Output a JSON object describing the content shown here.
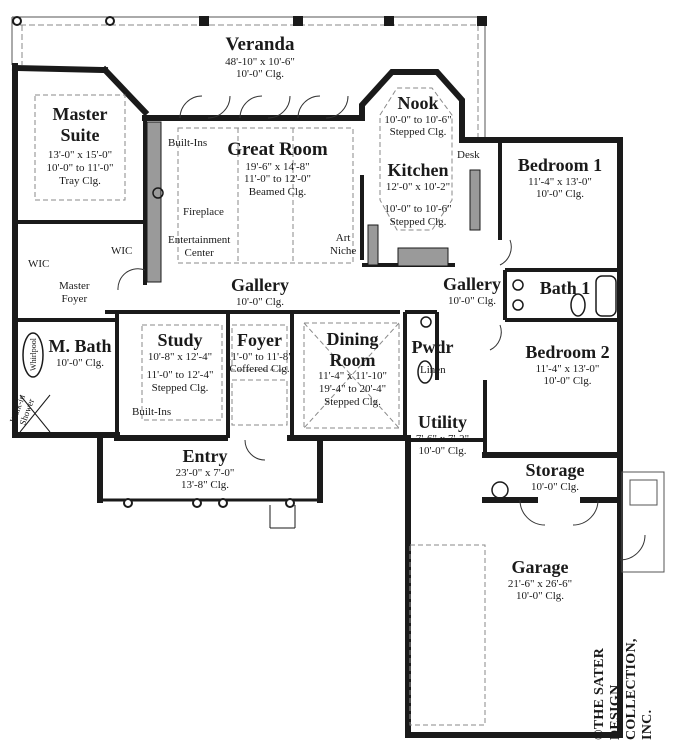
{
  "plan": {
    "rooms": {
      "veranda": {
        "name": "Veranda",
        "size": "48'-10\" x 10'-6\"",
        "ceiling": "10'-0\" Clg."
      },
      "master_suite": {
        "name_line1": "Master",
        "name_line2": "Suite",
        "size": "13'-0\" x 15'-0\"",
        "ceiling_1": "10'-0\" to 11'-0\"",
        "ceiling_2": "Tray Clg."
      },
      "great_room": {
        "name": "Great Room",
        "size": "19'-6\" x 14'-8\"",
        "ceiling_1": "11'-0\" to 12'-0\"",
        "ceiling_2": "Beamed Clg."
      },
      "nook": {
        "name": "Nook",
        "ceiling_1": "10'-0\" to 10'-6\"",
        "ceiling_2": "Stepped Clg."
      },
      "kitchen": {
        "name": "Kitchen",
        "size": "12'-0\" x 10'-2\"",
        "ceiling_1": "10'-0\" to 10'-6\"",
        "ceiling_2": "Stepped Clg."
      },
      "bedroom_1": {
        "name": "Bedroom 1",
        "size": "11'-4\" x 13'-0\"",
        "ceiling": "10'-0\" Clg."
      },
      "gallery_main": {
        "name": "Gallery",
        "ceiling": "10'-0\" Clg."
      },
      "gallery_east": {
        "name": "Gallery",
        "ceiling": "10'-0\" Clg."
      },
      "bath_1": {
        "name": "Bath 1"
      },
      "bedroom_2": {
        "name": "Bedroom 2",
        "size": "11'-4\" x 13'-0\"",
        "ceiling": "10'-0\" Clg."
      },
      "master_bath": {
        "name": "M. Bath",
        "ceiling": "10'-0\" Clg."
      },
      "study": {
        "name": "Study",
        "size": "10'-8\" x 12'-4\"",
        "ceiling_1": "11'-0\" to 12'-4\"",
        "ceiling_2": "Stepped Clg."
      },
      "foyer": {
        "name": "Foyer",
        "ceiling_1": "11'-0\" to 11'-8\"",
        "ceiling_2": "Coffered Clg."
      },
      "dining_room": {
        "name_line1": "Dining",
        "name_line2": "Room",
        "size": "11'-4\" x 11'-10\"",
        "ceiling_1": "19'-4\" to 20'-4\"",
        "ceiling_2": "Stepped Clg."
      },
      "powder": {
        "name": "Pwdr"
      },
      "utility": {
        "name": "Utility",
        "size": "7'-6\" x 7'-2\"",
        "ceiling": "10'-0\" Clg."
      },
      "entry": {
        "name": "Entry",
        "size": "23'-0\" x 7'-0\"",
        "ceiling": "13'-8\" Clg."
      },
      "storage": {
        "name": "Storage",
        "ceiling": "10'-0\" Clg."
      },
      "garage": {
        "name": "Garage",
        "size": "21'-6\" x 26'-6\"",
        "ceiling": "10'-0\" Clg."
      }
    },
    "notes": {
      "built_ins_great": "Built-Ins",
      "fireplace": "Fireplace",
      "entertainment_line1": "Entertainment",
      "entertainment_line2": "Center",
      "art_niche_line1": "Art",
      "art_niche_line2": "Niche",
      "desk": "Desk",
      "wic_left": "WIC",
      "wic_right": "WIC",
      "master_foyer_line1": "Master",
      "master_foyer_line2": "Foyer",
      "whirlpool": "Whirlpool",
      "walk_in_shower_line1": "Walk-in",
      "walk_in_shower_line2": "Shower",
      "built_ins_study": "Built-Ins",
      "linen": "Linen"
    },
    "copyright_line1": "©THE SATER DESIGN",
    "copyright_line2": "COLLECTION, INC.",
    "colors": {
      "wall": "#1a1a1a",
      "dashed": "#8a8a8a",
      "cabinet": "#9a9a9a",
      "background": "#ffffff"
    }
  }
}
